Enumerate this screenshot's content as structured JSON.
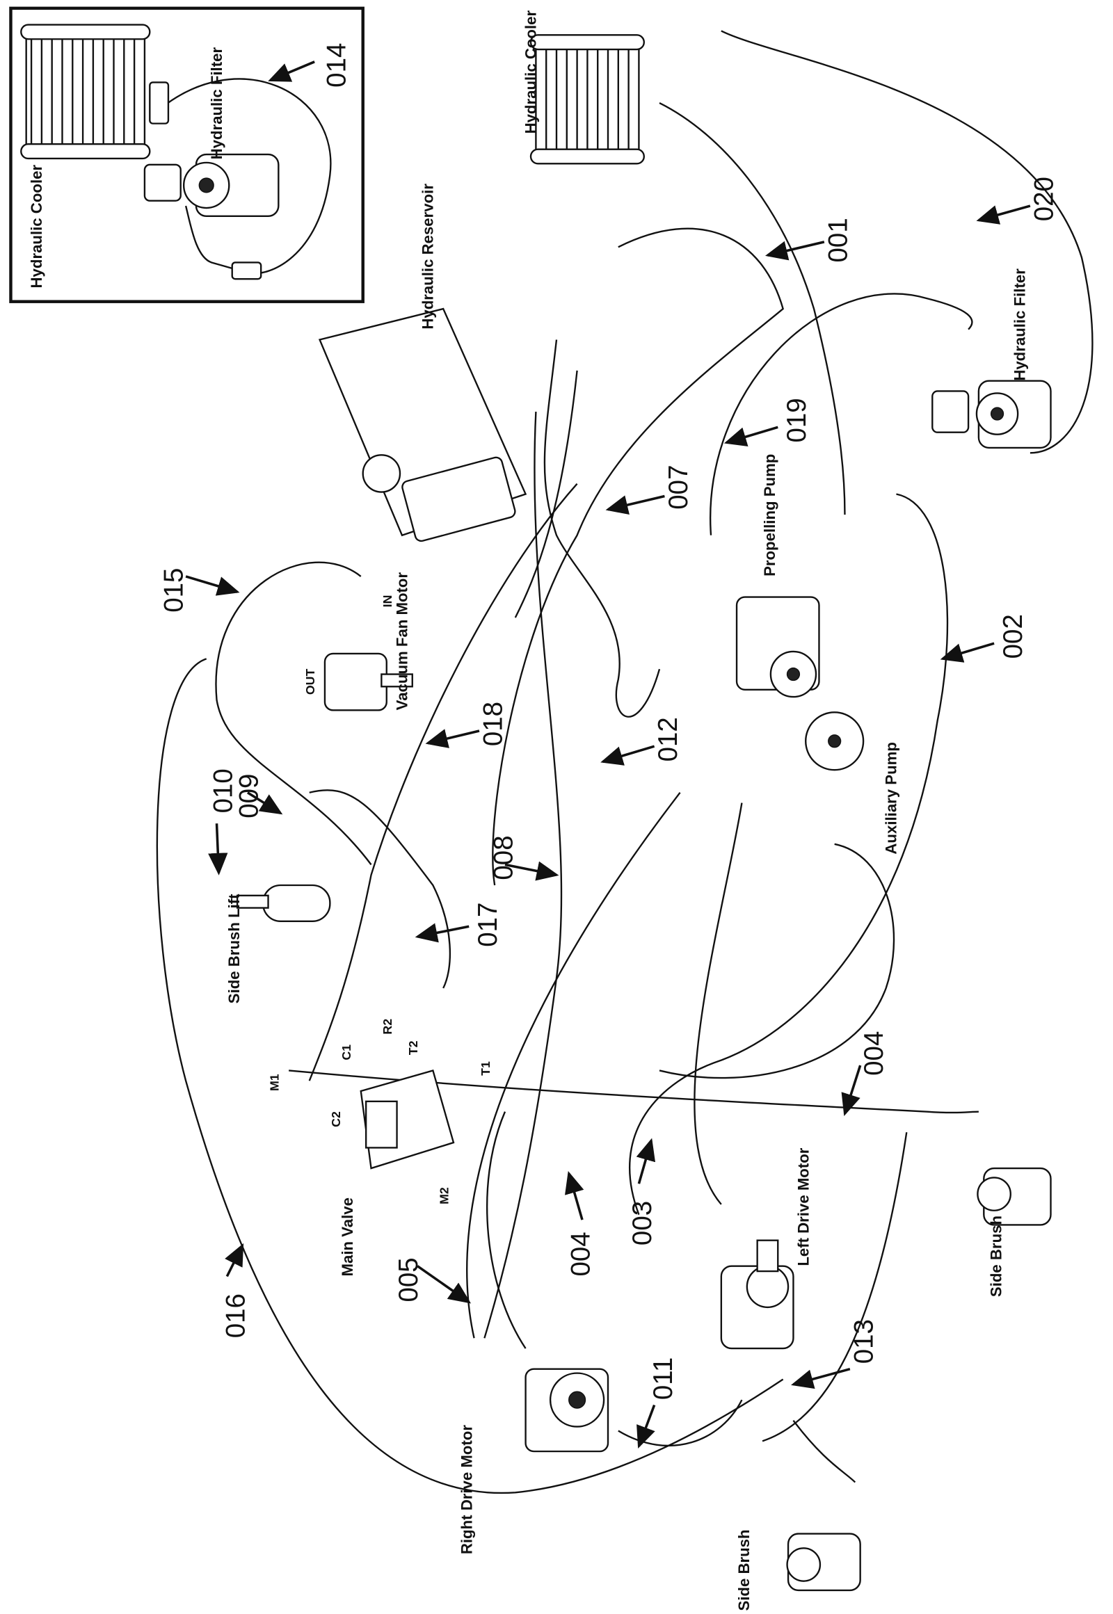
{
  "diagram": {
    "inset": {
      "callout": "014",
      "components": [
        "Hydraulic Cooler",
        "Hydraulic Filter"
      ]
    },
    "callouts": [
      "001",
      "002",
      "003",
      "004",
      "004",
      "005",
      "007",
      "008",
      "009",
      "010",
      "011",
      "012",
      "013",
      "015",
      "016",
      "017",
      "018",
      "019",
      "020"
    ],
    "components": {
      "cooler": "Hydraulic Cooler",
      "reservoir": "Hydraulic Reservoir",
      "filter": "Hydraulic Filter",
      "propelling_pump": "Propelling Pump",
      "vacuum_fan_motor": "Vacuum Fan Motor",
      "auxiliary_pump": "Auxiliary Pump",
      "side_brush_lift": "Side Brush Lift",
      "main_valve": "Main Valve",
      "left_drive_motor": "Left Drive Motor",
      "right_drive_motor": "Right Drive Motor",
      "side_brush_right": "Side Brush",
      "side_brush_left": "Side Brush"
    },
    "ports": {
      "in": "IN",
      "out": "OUT",
      "r2": "R2",
      "c1": "C1",
      "t2": "T2",
      "t1": "T1",
      "m1": "M1",
      "c2": "C2",
      "m2": "M2"
    }
  }
}
